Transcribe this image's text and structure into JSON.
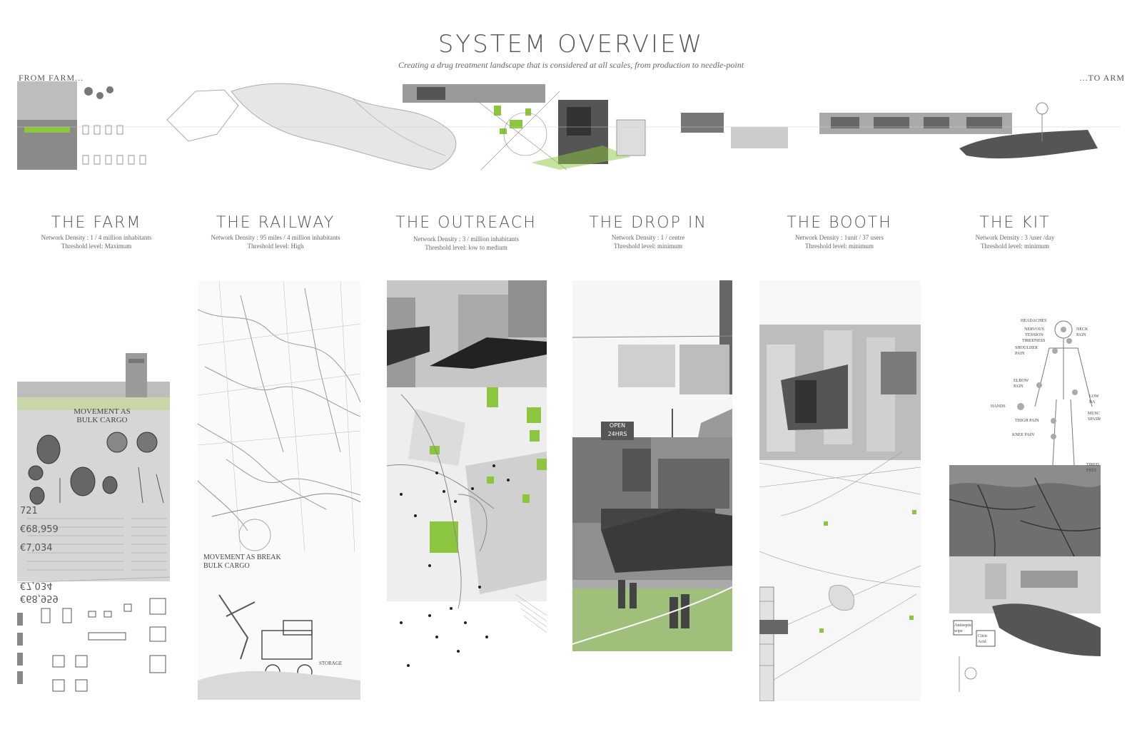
{
  "header": {
    "title": "SYSTEM OVERVIEW",
    "subtitle": "Creating a drug treatment landscape that is considered at all scales, from production to needle-point",
    "left_label": "FROM FARM...",
    "right_label": "...TO ARM"
  },
  "columns": [
    {
      "id": "farm",
      "title": "THE FARM",
      "density": "Network Density : 1 / 4  million inhabitants",
      "threshold": "Threshold level: Maximum"
    },
    {
      "id": "railway",
      "title": "THE RAILWAY",
      "density": "Network Density : 95 miles / 4  million inhabitants",
      "threshold": "Threshold level: High"
    },
    {
      "id": "outreach",
      "title": "THE OUTREACH",
      "density": "Network Density : 3 / million inhabitants",
      "threshold": "Threshold level: low to medium"
    },
    {
      "id": "dropin",
      "title": "THE DROP IN",
      "density": "Network Density : 1 /  centre",
      "threshold": "Threshold level: minimum"
    },
    {
      "id": "booth",
      "title": "THE BOOTH",
      "density": "Network Density : 1unit / 37 users",
      "threshold": "Threshold level: minimum"
    },
    {
      "id": "kit",
      "title": "THE KIT",
      "density": "Network Density : 3 /user /day",
      "threshold": "Threshold level: minimum"
    }
  ],
  "farm_panel": {
    "movement_label": "MOVEMENT AS BULK CARGO",
    "numbers": [
      "721",
      "€68,959",
      "€7,034",
      "€7,034",
      "€68,959"
    ]
  },
  "railway_panel": {
    "movement_label": "MOVEMENT AS BREAK BULK CARGO",
    "storage_label": "STORAGE"
  },
  "dropin_panel": {
    "sign_line1": "OPEN",
    "sign_line2": "24HRS"
  },
  "kit_panel": {
    "body_labels": [
      "HEADACHES",
      "NERVOUS TENSION",
      "TIREDNESS",
      "SHOULDER PAIN",
      "ELBOW PAIN",
      "HANDS",
      "THIGH PAIN",
      "KNEE PAIN",
      "NECK PAIN",
      "LOW BA",
      "MUSC SPASM",
      "TIRED FEET"
    ],
    "box1": "Antiseptic wipe",
    "box2": "Citric Acid"
  },
  "colors": {
    "accent_green": "#8cc63f",
    "ink": "#444444"
  }
}
